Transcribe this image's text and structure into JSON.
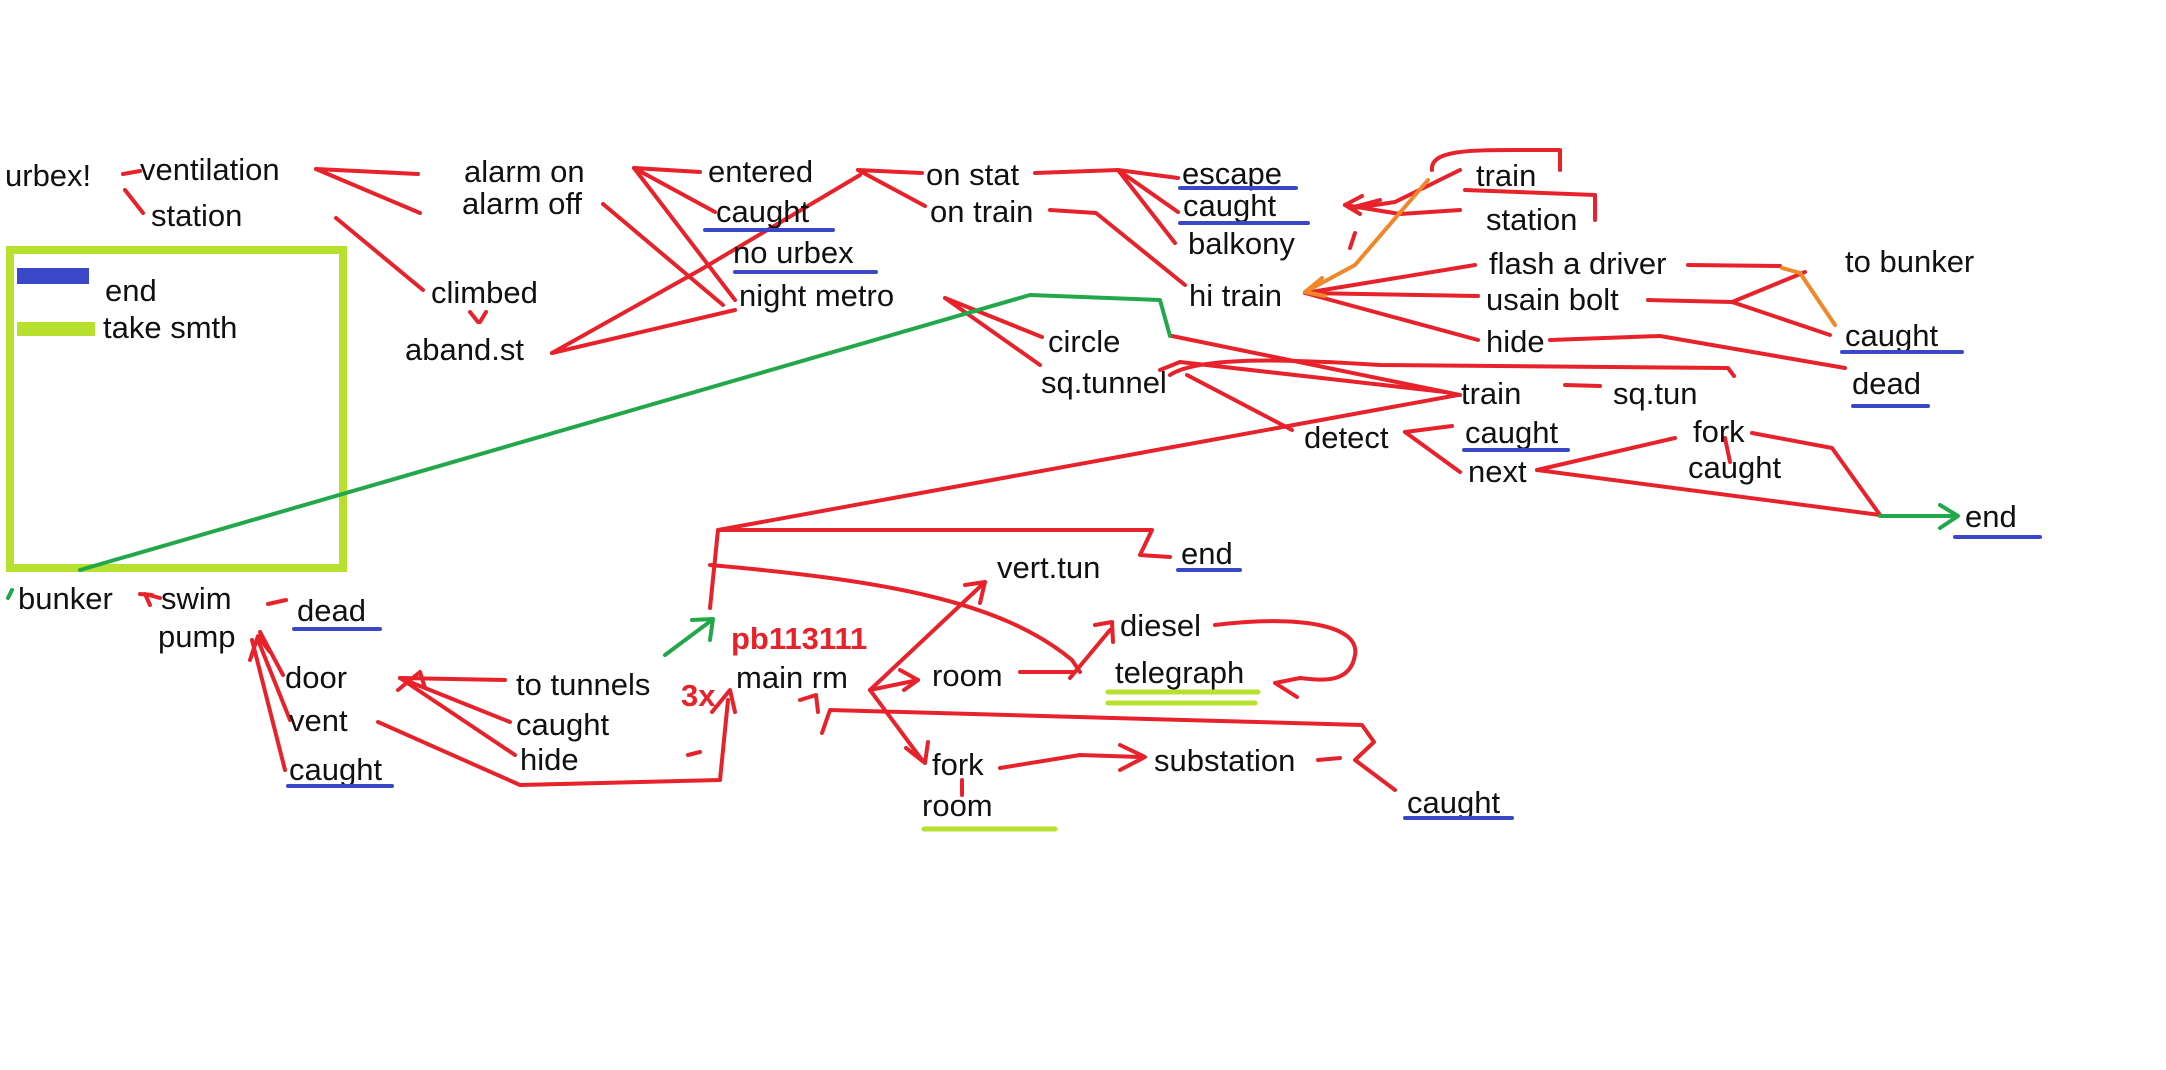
{
  "colors": {
    "background": "#ffffff",
    "red_line": "#e8222b",
    "green_line": "#22a84a",
    "orange_line": "#f0882a",
    "end_underline": "#3a48c8",
    "take_underline": "#b8e02e",
    "legend_border": "#b8e02e",
    "label_red": "#e8222b",
    "text": "#111111"
  },
  "legend": {
    "end_label": "end",
    "take_label": "take smth"
  },
  "nodes": [
    {
      "id": "urbex",
      "text": "urbex!"
    },
    {
      "id": "ventilation",
      "text": "ventilation"
    },
    {
      "id": "station1",
      "text": "station"
    },
    {
      "id": "alarm_on",
      "text": "alarm on"
    },
    {
      "id": "alarm_off",
      "text": "alarm off"
    },
    {
      "id": "entered",
      "text": "entered"
    },
    {
      "id": "caught1",
      "text": "caught"
    },
    {
      "id": "no_urbex",
      "text": "no urbex"
    },
    {
      "id": "night_metro",
      "text": "night metro"
    },
    {
      "id": "climbed",
      "text": "climbed"
    },
    {
      "id": "aband_st",
      "text": "aband.st"
    },
    {
      "id": "on_stat",
      "text": "on stat"
    },
    {
      "id": "on_train",
      "text": "on train"
    },
    {
      "id": "escape",
      "text": "escape"
    },
    {
      "id": "caught2",
      "text": "caught"
    },
    {
      "id": "balkony",
      "text": "balkony"
    },
    {
      "id": "hi_train",
      "text": "hi train"
    },
    {
      "id": "train1",
      "text": "train"
    },
    {
      "id": "station2",
      "text": "station"
    },
    {
      "id": "flash_driver",
      "text": "flash a driver"
    },
    {
      "id": "usain_bolt",
      "text": "usain bolt"
    },
    {
      "id": "hide1",
      "text": "hide"
    },
    {
      "id": "to_bunker",
      "text": "to bunker"
    },
    {
      "id": "caught3",
      "text": "caught"
    },
    {
      "id": "dead1",
      "text": "dead"
    },
    {
      "id": "circle",
      "text": "circle"
    },
    {
      "id": "sq_tunnel",
      "text": "sq.tunnel"
    },
    {
      "id": "train2",
      "text": "train"
    },
    {
      "id": "sq_tun",
      "text": "sq.tun"
    },
    {
      "id": "detect",
      "text": "detect"
    },
    {
      "id": "caught4",
      "text": "caught"
    },
    {
      "id": "next",
      "text": "next"
    },
    {
      "id": "fork1",
      "text": "fork"
    },
    {
      "id": "caught5",
      "text": "caught"
    },
    {
      "id": "end1",
      "text": "end"
    },
    {
      "id": "bunker",
      "text": "bunker"
    },
    {
      "id": "swim",
      "text": "swim"
    },
    {
      "id": "pump",
      "text": "pump"
    },
    {
      "id": "dead2",
      "text": "dead"
    },
    {
      "id": "door",
      "text": "door"
    },
    {
      "id": "vent",
      "text": "vent"
    },
    {
      "id": "caught6",
      "text": "caught"
    },
    {
      "id": "to_tunnels",
      "text": "to tunnels"
    },
    {
      "id": "caught7",
      "text": "caught"
    },
    {
      "id": "hide2",
      "text": "hide"
    },
    {
      "id": "three_x",
      "text": "3x"
    },
    {
      "id": "pb_code",
      "text": "pb113111"
    },
    {
      "id": "main_rm",
      "text": "main rm"
    },
    {
      "id": "end2",
      "text": "end"
    },
    {
      "id": "vert_tun",
      "text": "vert.tun"
    },
    {
      "id": "room1",
      "text": "room"
    },
    {
      "id": "diesel",
      "text": "diesel"
    },
    {
      "id": "telegraph",
      "text": "telegraph"
    },
    {
      "id": "fork2",
      "text": "fork"
    },
    {
      "id": "room2",
      "text": "room"
    },
    {
      "id": "substation",
      "text": "substation"
    },
    {
      "id": "caught8",
      "text": "caught"
    }
  ]
}
